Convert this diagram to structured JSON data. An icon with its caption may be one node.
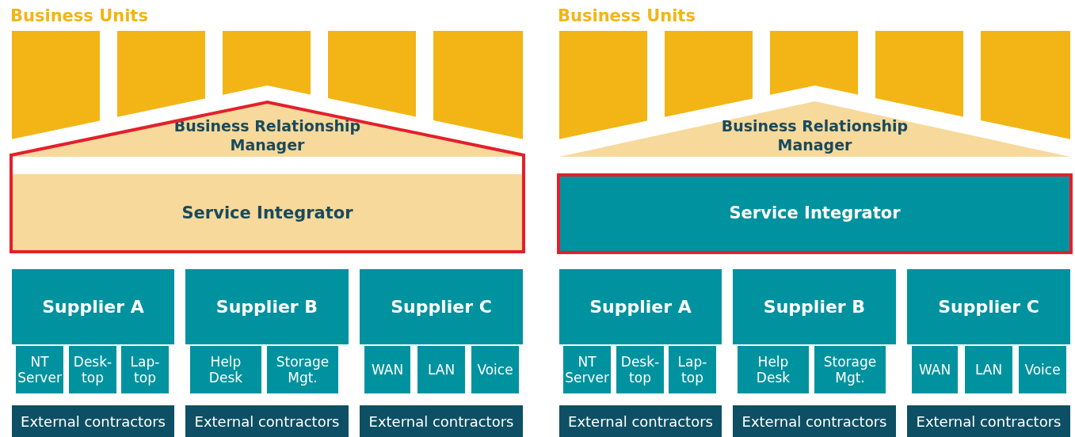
{
  "diagram": {
    "nodes": [
      {
        "text": [
          "Business Relationship Manager"
        ]
      },
      {
        "text": [
          "Service Integrator"
        ]
      },
      {
        "text": [
          "Supplier A"
        ]
      },
      {
        "text": [
          "NT Server"
        ]
      },
      {
        "text": [
          "Desk- top"
        ]
      },
      {
        "text": [
          "Lap- top"
        ]
      },
      {
        "text": [
          "Supplier B"
        ]
      },
      {
        "text": [
          "Help Desk"
        ]
      },
      {
        "text": [
          "Storage Mgt."
        ]
      },
      {
        "text": [
          "Supplier C"
        ]
      },
      {
        "text": [
          "WAN"
        ]
      },
      {
        "text": [
          "LAN"
        ]
      },
      {
        "text": [
          "Voice"
        ]
      },
      {
        "text": [
          "External contractors"
        ]
      },
      {
        "text": [
          "External contractors"
        ]
      },
      {
        "text": [
          "External contractors"
        ]
      },
      {
        "text": [
          "Business Relationship Manager"
        ]
      },
      {
        "text": [
          "Service Integrator"
        ]
      },
      {
        "text": [
          "Supplier A"
        ]
      },
      {
        "text": [
          "NT Server"
        ]
      },
      {
        "text": [
          "Desk- top"
        ]
      },
      {
        "text": [
          "Lap- top"
        ]
      },
      {
        "text": [
          "Supplier B"
        ]
      },
      {
        "text": [
          "Help Desk"
        ]
      },
      {
        "text": [
          "Storage Mgt."
        ]
      },
      {
        "text": [
          "Supplier C"
        ]
      },
      {
        "text": [
          "WAN"
        ]
      },
      {
        "text": [
          "LAN"
        ]
      },
      {
        "text": [
          "Voice"
        ]
      },
      {
        "text": [
          "External contractors"
        ]
      },
      {
        "text": [
          "External contractors"
        ]
      },
      {
        "text": [
          "External contractors"
        ]
      }
    ],
    "labels": [
      "Business Units",
      "Business Units"
    ]
  }
}
